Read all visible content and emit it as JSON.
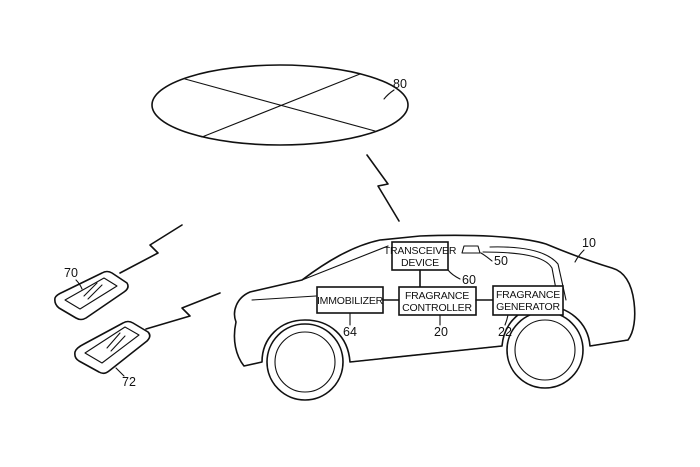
{
  "labels": {
    "server": "80",
    "vehicle": "10",
    "phone_top": "70",
    "phone_bottom": "72",
    "transceiver": "60",
    "sensor": "50",
    "immobilizer": "64",
    "fragrance_controller": "20",
    "fragrance_generator": "22"
  },
  "blocks": {
    "transceiver_line1": "TRANSCEIVER",
    "transceiver_line2": "DEVICE",
    "immobilizer": "IMMOBILIZER",
    "controller_line1": "FRAGRANCE",
    "controller_line2": "CONTROLLER",
    "generator_line1": "FRAGRANCE",
    "generator_line2": "GENERATOR"
  }
}
